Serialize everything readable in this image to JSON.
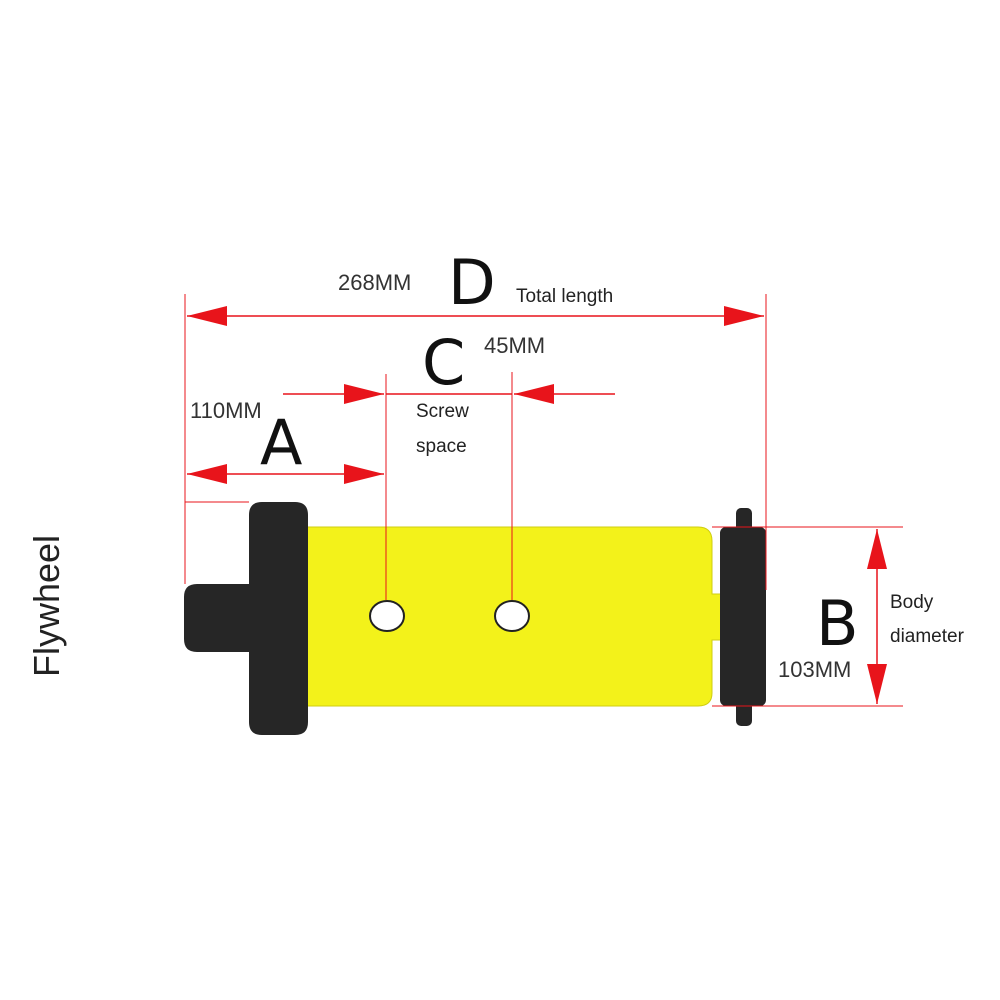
{
  "side_label": "Flywheel",
  "dimensions": {
    "total": {
      "letter": "D",
      "value": "268MM",
      "label": "Total length"
    },
    "screw": {
      "letter": "C",
      "value": "45MM",
      "label_line1": "Screw",
      "label_line2": "space"
    },
    "offset": {
      "letter": "A",
      "value": "110MM"
    },
    "body": {
      "letter": "B",
      "value": "103MM",
      "label_line1": "Body",
      "label_line2": "diameter"
    }
  },
  "colors": {
    "body": "#f3f21a",
    "end_caps": "#262626",
    "dimension_lines": "#e8141b",
    "text": "#222222"
  }
}
